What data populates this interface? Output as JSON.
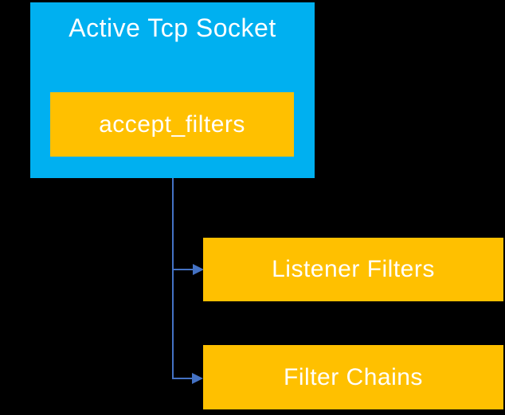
{
  "colors": {
    "background": "#000000",
    "node-cyan": "#00b0f0",
    "node-gold": "#ffc000",
    "connector": "#4472c4",
    "label-text": "#ffffff"
  },
  "diagram": {
    "root": {
      "label": "Active Tcp Socket",
      "child": {
        "label": "accept_filters"
      }
    },
    "targets": [
      {
        "label": "Listener Filters"
      },
      {
        "label": "Filter Chains"
      }
    ]
  }
}
